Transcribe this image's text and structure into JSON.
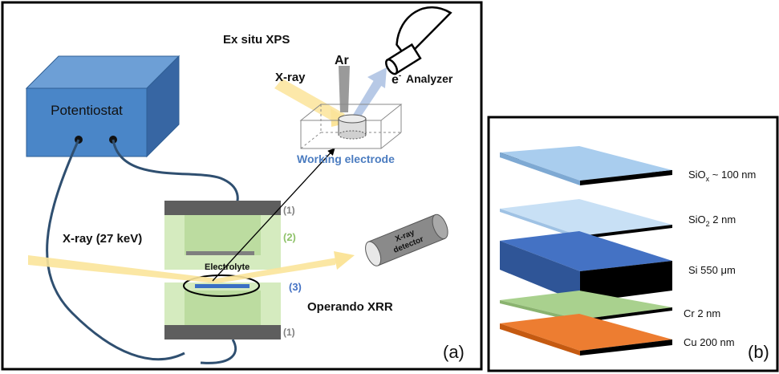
{
  "panel_a": {
    "label": "(a)",
    "potentiostat_label": "Potentiostat",
    "xps_title": "Ex situ XPS",
    "xray_label": "X-ray",
    "ar_label": "Ar",
    "electron_label": "e",
    "electron_superscript": "-",
    "analyzer_label": "Analyzer",
    "working_electrode_label": "Working electrode",
    "xray_beam_label": "X-ray (27 keV)",
    "electrolyte_label": "Electrolyte",
    "operando_label": "Operando XRR",
    "detector_line1": "X-ray",
    "detector_line2": "detector",
    "marker_1_top": "(1)",
    "marker_2": "(2)",
    "marker_3": "(3)",
    "marker_1_bottom": "(1)",
    "colors": {
      "potentiostat": "#4a86c8",
      "xray_beam": "#fbe49a",
      "electron_beam": "#b7c9e6",
      "ar_beam": "#9a9a9a",
      "cell_plate": "#5e5e5e",
      "cell_body": "#d5ebbf",
      "electrode": "#3a6fc4",
      "working_electrode_text": "#4b7cc0",
      "marker_gray": "#808080",
      "marker_green": "#8fc26a",
      "marker_blue": "#4472c4"
    }
  },
  "panel_b": {
    "label": "(b)",
    "layers": [
      {
        "name": "siox",
        "base": "SiO",
        "sub": "x",
        "rest": " ~ 100 nm",
        "color": "#a9cdee"
      },
      {
        "name": "sio2",
        "base": "SiO",
        "sub": "2",
        "rest": " 2 nm",
        "color": "#c8e0f5"
      },
      {
        "name": "si",
        "base": "Si 550 ",
        "sub": "",
        "rest": "μm",
        "color": "#4472c4"
      },
      {
        "name": "cr",
        "base": "Cr 2 nm",
        "sub": "",
        "rest": "",
        "color": "#a9d18e"
      },
      {
        "name": "cu",
        "base": "Cu 200 nm",
        "sub": "",
        "rest": "",
        "color": "#ed7d31"
      }
    ]
  }
}
